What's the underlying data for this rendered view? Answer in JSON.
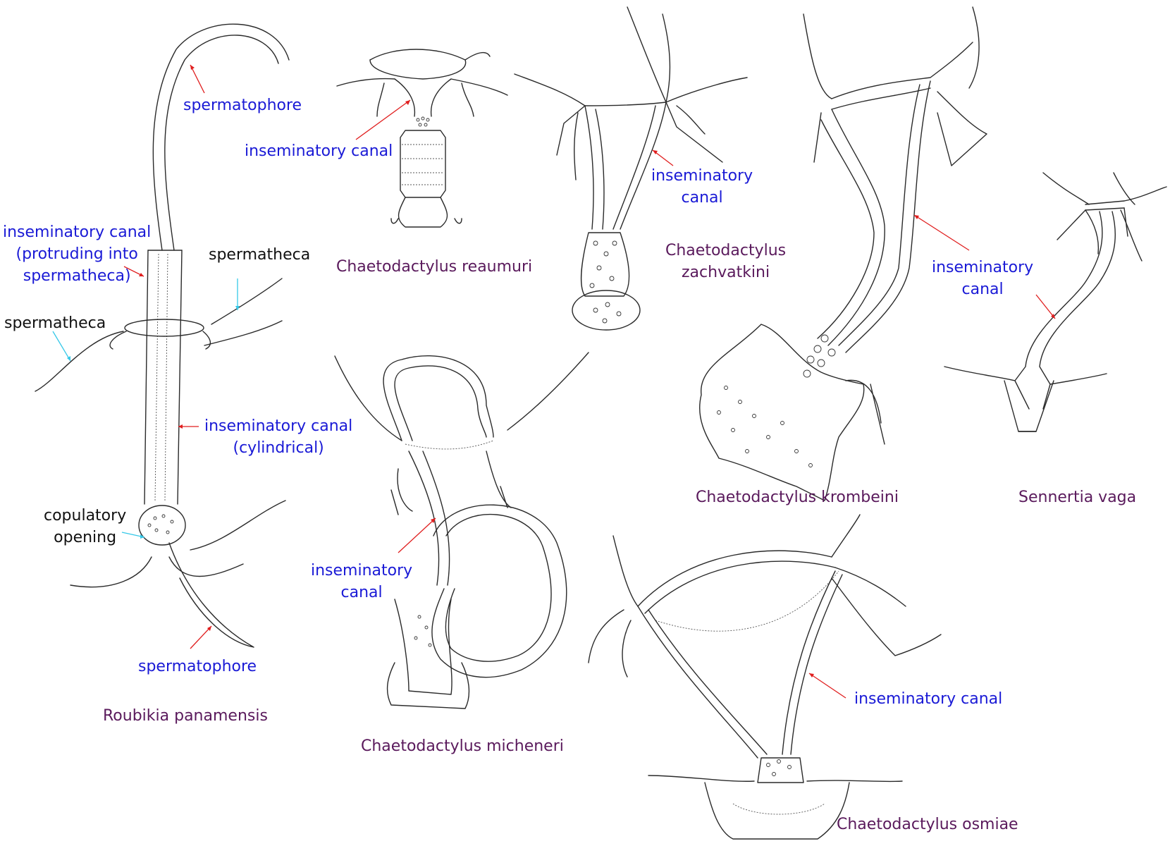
{
  "labels": {
    "roubikia_spermatophore_top": "spermatophore",
    "roubikia_canal_protruding": "inseminatory canal\n(protruding into\nspermatheca)",
    "roubikia_spermatheca_right": "spermatheca",
    "roubikia_spermatheca_left": "spermatheca",
    "roubikia_canal_cylindrical": "inseminatory canal\n(cylindrical)",
    "roubikia_copulatory_opening": "copulatory\nopening",
    "roubikia_spermatophore_bottom": "spermatophore",
    "reaumuri_canal": "inseminatory canal",
    "zachvatkini_canal": "inseminatory\ncanal",
    "krombeini_canal": "inseminatory\ncanal",
    "micheneri_canal": "inseminatory\ncanal",
    "osmiae_canal": "inseminatory canal"
  },
  "species": {
    "roubikia": "Roubikia panamensis",
    "reaumuri": "Chaetodactylus reaumuri",
    "zachvatkini": "Chaetodactylus\nzachvatkini",
    "krombeini": "Chaetodactylus krombeini",
    "sennertia": "Sennertia vaga",
    "micheneri": "Chaetodactylus micheneri",
    "osmiae": "Chaetodactylus osmiae"
  },
  "colors": {
    "part_label": "#1a1ad6",
    "structure_label": "#111111",
    "species_label": "#5a1a5c",
    "pointer_canal": "#e01e1e",
    "pointer_spermatheca": "#36c8e8"
  }
}
